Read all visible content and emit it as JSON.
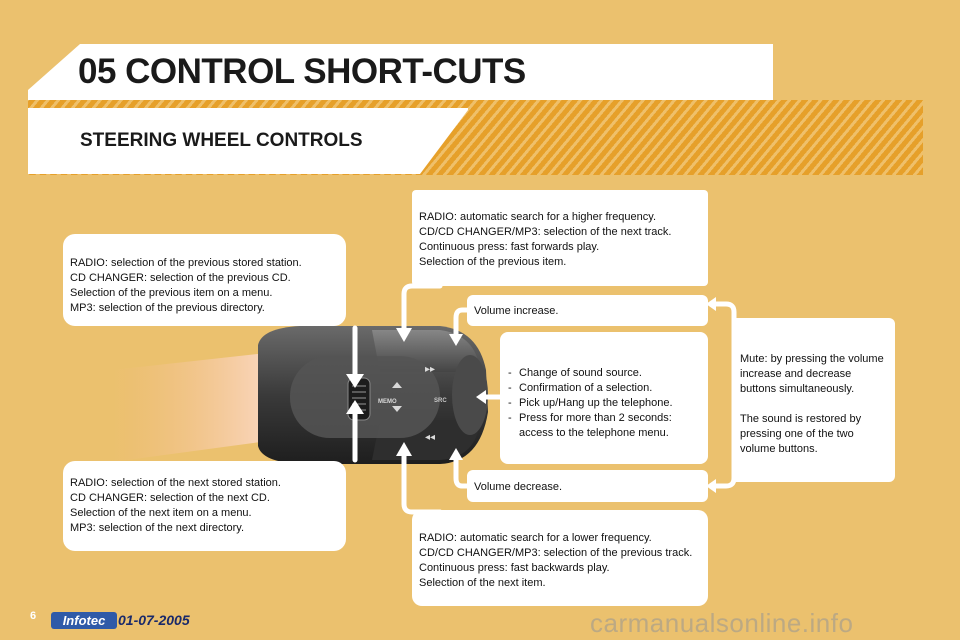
{
  "header": {
    "title": "05 CONTROL SHORT-CUTS",
    "subtitle": "STEERING WHEEL CONTROLS"
  },
  "boxes": {
    "prev_station": [
      "RADIO: selection of the previous stored station.",
      "CD CHANGER: selection of the previous CD.",
      "Selection of the previous item on a menu.",
      "MP3: selection of the previous directory."
    ],
    "next_station": [
      "RADIO: selection of the next stored station.",
      "CD CHANGER: selection of the next CD.",
      "Selection of the next item on a menu.",
      "MP3: selection of the next directory."
    ],
    "search_higher": [
      "RADIO: automatic search for a higher frequency.",
      "CD/CD CHANGER/MP3: selection of the next track.",
      "Continuous press: fast forwards play.",
      "Selection of the previous item."
    ],
    "search_lower": [
      "RADIO: automatic search for a lower frequency.",
      "CD/CD CHANGER/MP3: selection of the previous track.",
      "Continuous press: fast backwards play.",
      "Selection of the next item."
    ],
    "volume_increase": "Volume increase.",
    "volume_decrease": "Volume decrease.",
    "source_list": [
      "Change of sound source.",
      "Confirmation of a selection.",
      "Pick up/Hang up the telephone.",
      "Press for more than 2 seconds: access to the telephone menu."
    ],
    "mute": [
      "Mute: by pressing the volume increase and decrease buttons simultaneously.",
      "The sound is restored by pressing one of the two volume buttons."
    ]
  },
  "control_labels": {
    "memo": "MEMO",
    "src": "SRC"
  },
  "footer": {
    "page_number": "6",
    "brand": "Infotec",
    "date": "01-07-2005",
    "watermark": "carmanualsonline.info"
  }
}
